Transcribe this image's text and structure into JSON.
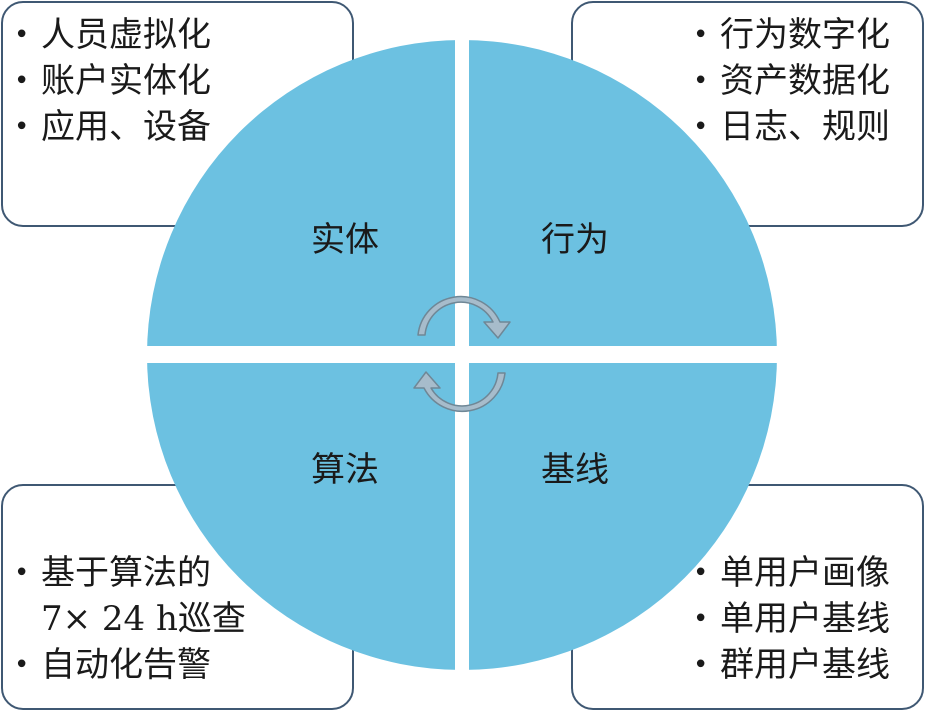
{
  "colors": {
    "circle_fill": "#6cc1e1",
    "box_border": "#3f5873",
    "arrow_fill": "#a7bccb",
    "arrow_stroke": "#6f8796"
  },
  "icons": [
    "cycle-arrow-icon"
  ],
  "quadrants": {
    "top_left": {
      "label": "实体",
      "bullets": [
        "人员虚拟化",
        "账户实体化",
        "应用、设备"
      ]
    },
    "top_right": {
      "label": "行为",
      "bullets": [
        "行为数字化",
        "资产数据化",
        "日志、规则"
      ]
    },
    "bottom_left": {
      "label": "算法",
      "bullets": [
        "基于算法的",
        "7× 24 h巡查",
        "自动化告警"
      ]
    },
    "bottom_right": {
      "label": "基线",
      "bullets": [
        "单用户画像",
        "单用户基线",
        "群用户基线"
      ]
    }
  }
}
